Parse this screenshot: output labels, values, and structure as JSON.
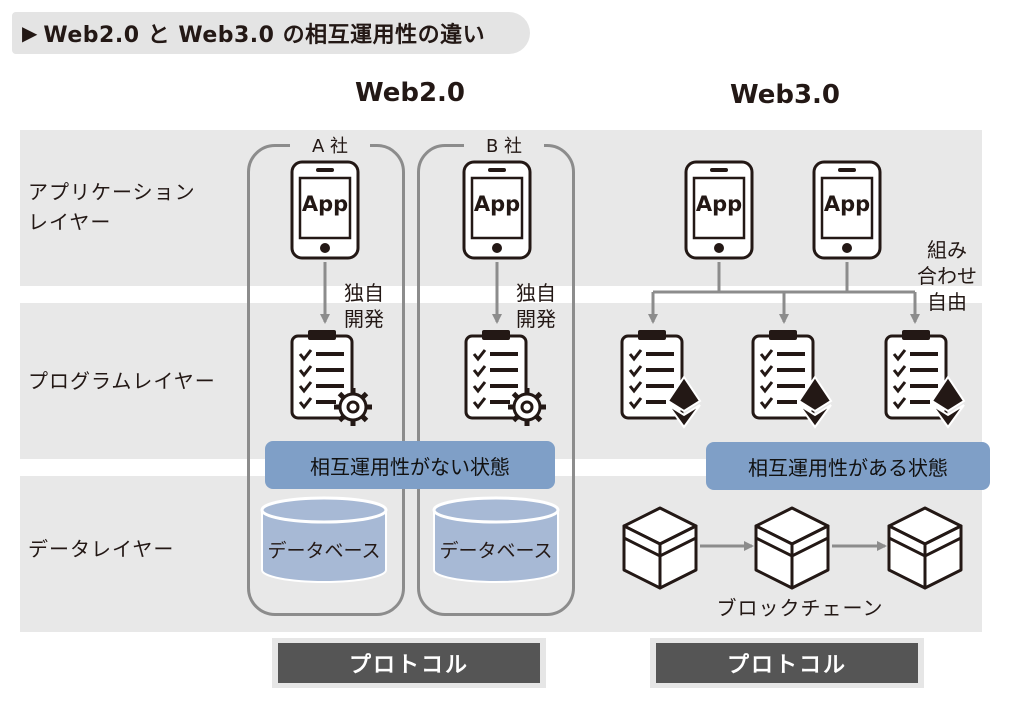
{
  "title": {
    "arrow": "▶",
    "text": "Web2.0 と Web3.0 の相互運用性の違い"
  },
  "columns": {
    "web2": "Web2.0",
    "web3": "Web3.0"
  },
  "layers": {
    "application": [
      "アプリケーション",
      "レイヤー"
    ],
    "program": "プログラムレイヤー",
    "data": "データレイヤー"
  },
  "web2": {
    "company_a": "A 社",
    "company_b": "B 社",
    "app_label": "App",
    "dev_note": [
      "独自",
      "開発"
    ],
    "state": "相互運用性がない状態",
    "database": "データベース",
    "protocol": "プロトコル"
  },
  "web3": {
    "app_label": "App",
    "combine_note": [
      "組み",
      "合わせ",
      "自由"
    ],
    "state": "相互運用性がある状態",
    "blockchain": "ブロックチェーン",
    "protocol": "プロトコル"
  },
  "colors": {
    "band": "#e8e8e8",
    "state_box": "#7f9fc7",
    "database": "#a7b9d5",
    "protocol": "#555555",
    "arrow": "#8c8c8c"
  }
}
